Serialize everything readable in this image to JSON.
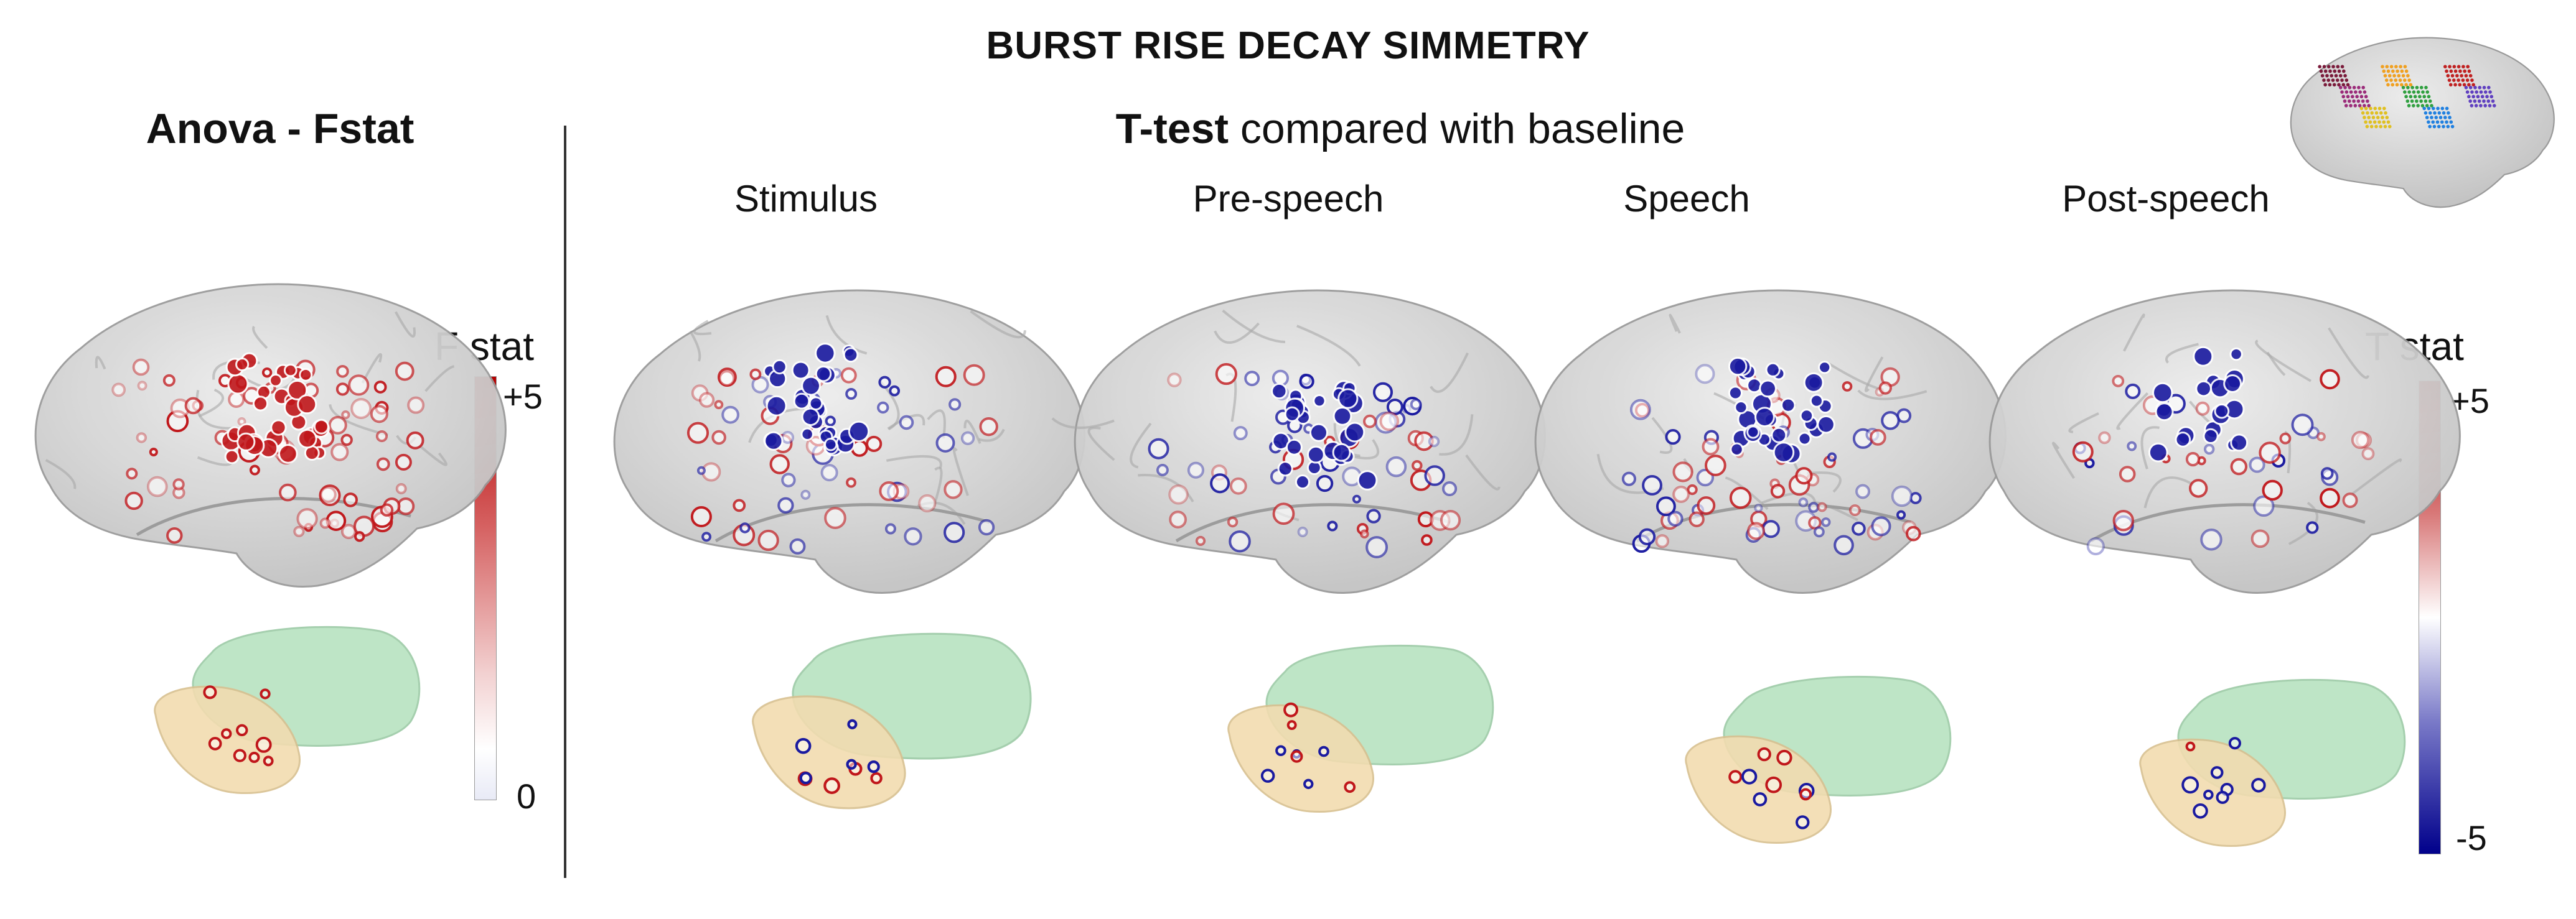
{
  "title": "BURST RISE DECAY SIMMETRY",
  "anova": {
    "title": "Anova - Fstat"
  },
  "ttest": {
    "title_bold": "T-test",
    "title_rest": " compared with baseline"
  },
  "conditions": [
    "Stimulus",
    "Pre-speech",
    "Speech",
    "Post-speech"
  ],
  "fstat_colorbar": {
    "label": "F stat",
    "max": "+5",
    "min": "0",
    "colors": [
      "#b40000",
      "#ffffff",
      "#e8eaf6"
    ]
  },
  "tstat_colorbar": {
    "label": "T stat",
    "max": "+5",
    "min": "-5",
    "colors": [
      "#b40000",
      "#ffffff",
      "#00008b"
    ]
  },
  "colors": {
    "positive": "#c0171b",
    "negative": "#1a1aa0",
    "brain": "#d4d4d4",
    "putamen": "#b8e3c0",
    "caudate": "#f2dcb0"
  }
}
